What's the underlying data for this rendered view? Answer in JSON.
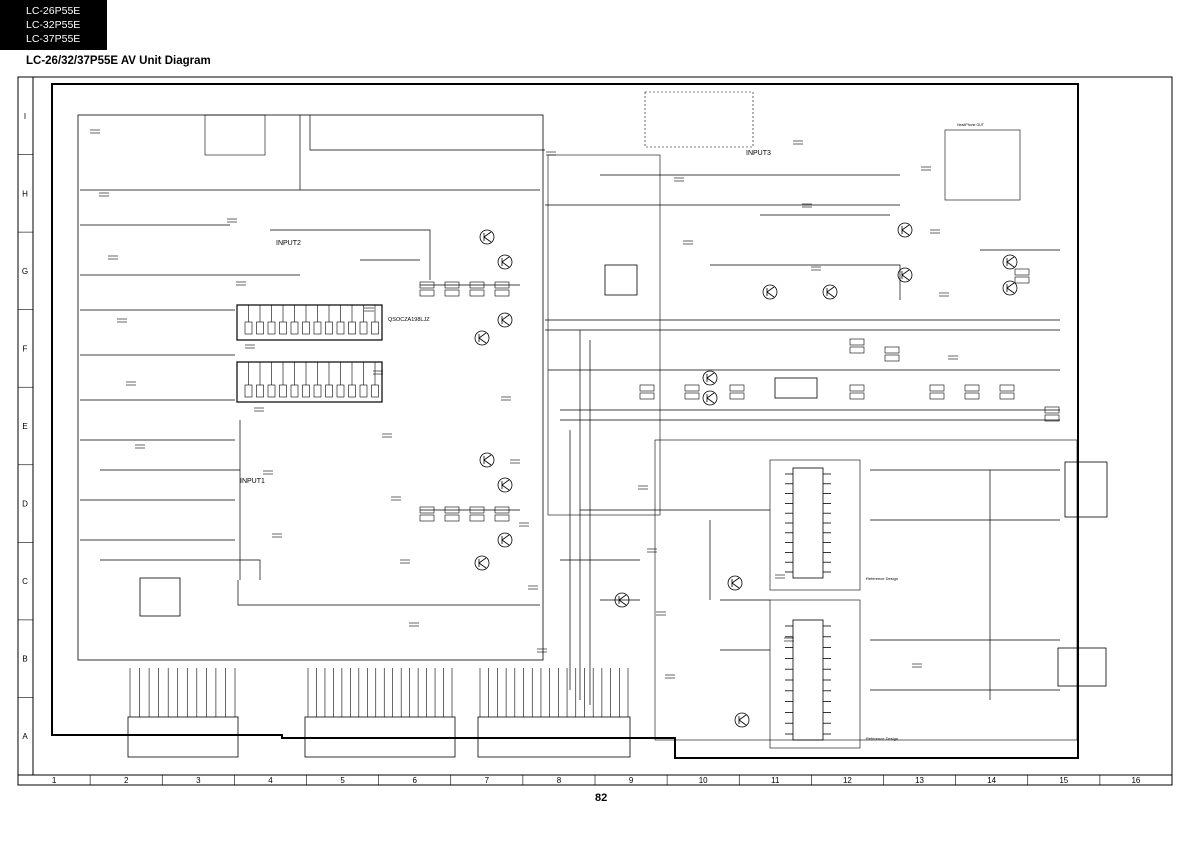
{
  "header": {
    "models": [
      "LC-26P55E",
      "LC-32P55E",
      "LC-37P55E"
    ],
    "title": "LC-26/32/37P55E AV Unit Diagram"
  },
  "grid": {
    "columns": [
      "1",
      "2",
      "3",
      "4",
      "5",
      "6",
      "7",
      "8",
      "9",
      "10",
      "11",
      "12",
      "13",
      "14",
      "15",
      "16"
    ],
    "rows": [
      "I",
      "H",
      "G",
      "F",
      "E",
      "D",
      "C",
      "B",
      "A"
    ]
  },
  "labels": {
    "input1": "INPUT1",
    "input2": "INPUT2",
    "input3": "INPUT3",
    "scart_ic": "QSOCZA198LJZ",
    "ref_design_1": "Reference Design",
    "ref_design_2": "Reference Design",
    "headphone": "HeadPhone OUT"
  },
  "page_number": "82"
}
